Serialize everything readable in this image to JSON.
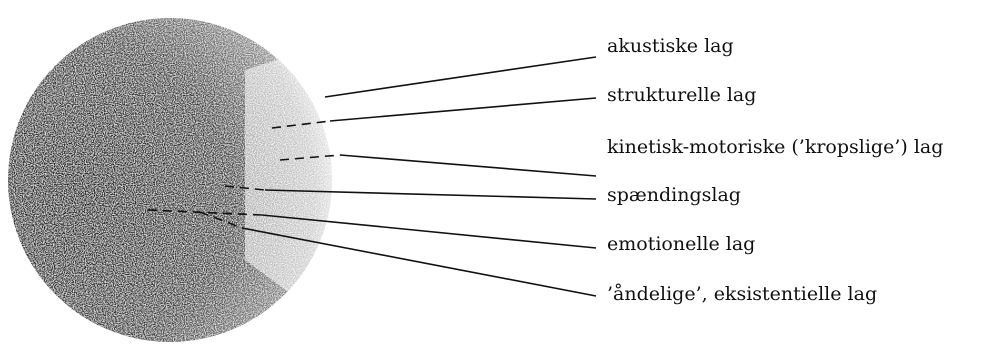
{
  "diagram": {
    "layers": [
      {
        "label": "akustiske lag"
      },
      {
        "label": "strukturelle lag"
      },
      {
        "label": "kinetisk-motoriske (’kropslige’) lag"
      },
      {
        "label": "spændingslag"
      },
      {
        "label": "emotionelle lag"
      },
      {
        "label": "’åndelige’, eksistentielle lag"
      }
    ],
    "colors": {
      "ink": "#111111",
      "paper": "#ffffff"
    }
  }
}
